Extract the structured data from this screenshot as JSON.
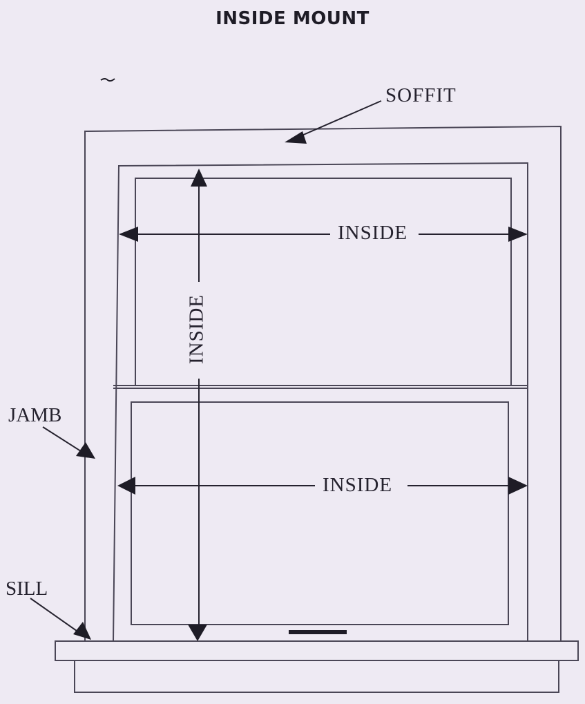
{
  "diagram": {
    "title": "INSIDE MOUNT",
    "labels": {
      "soffit": "SOFFIT",
      "jamb": "JAMB",
      "sill": "SILL",
      "inside_width_top": "INSIDE",
      "inside_height": "INSIDE",
      "inside_width_bottom": "INSIDE"
    },
    "colors": {
      "background": "#eeeaf3",
      "line": "#4a4656",
      "arrow": "#1e1c26"
    }
  }
}
